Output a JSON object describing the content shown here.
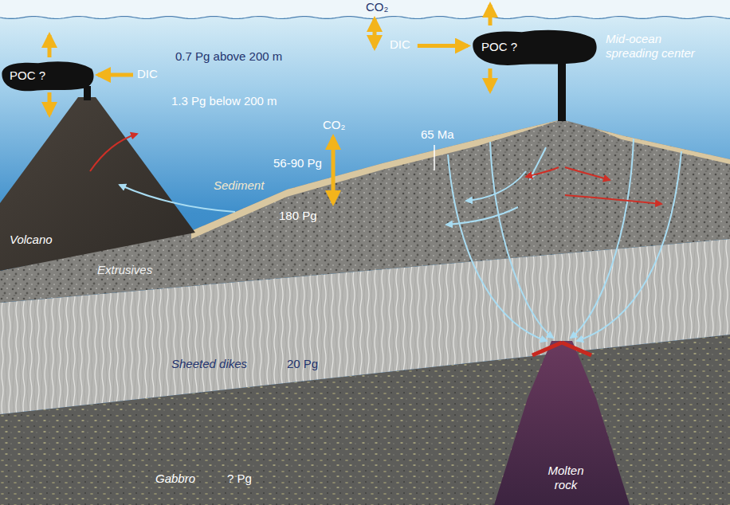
{
  "diagram": {
    "nodes": [
      {
        "text": [
          "POC ?"
        ]
      },
      {
        "text": [
          "DIC"
        ]
      },
      {
        "text": [
          "DIC"
        ]
      },
      {
        "text": [
          "POC ?"
        ]
      }
    ],
    "edges": [
      {
        "from": 1,
        "to": 0,
        "arrow": "to"
      },
      {
        "from": 2,
        "to": 3,
        "arrow": "to"
      }
    ],
    "labels": [
      "CO₂",
      "0.7 Pg above 200 m",
      "1.3 Pg below 200 m",
      "Mid-ocean spreading center",
      "CO₂",
      "65 Ma",
      "56-90 Pg",
      "Sediment",
      "180 Pg",
      "Volcano",
      "Extrusives",
      "Sheeted dikes",
      "20 Pg",
      "Molten rock",
      "Gabbro",
      "? Pg"
    ]
  }
}
